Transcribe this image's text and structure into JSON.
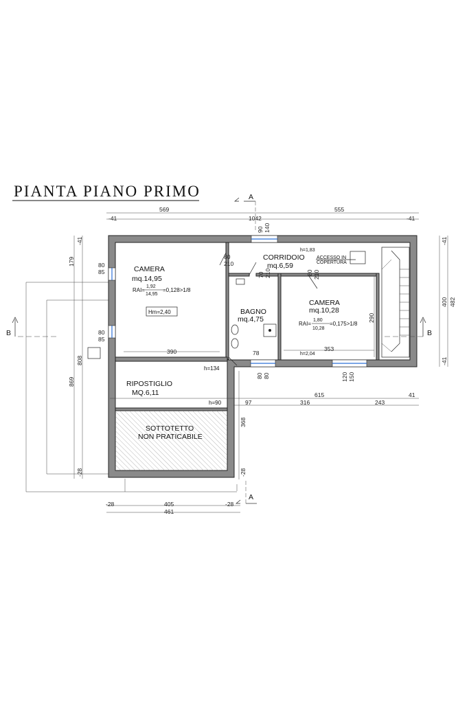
{
  "title": "PIANTA PIANO PRIMO",
  "rooms": {
    "camera1": {
      "name": "CAMERA",
      "area": "mq.14,95",
      "rai_prefix": "RAI=",
      "rai_num": "1,92",
      "rai_den": "14,95",
      "rai_result": "=0,128>1/8",
      "hm": "Hm=2,40"
    },
    "corridoio": {
      "name": "CORRIDOIO",
      "area": "mq.6,59",
      "h": "h=1,83",
      "accesso1": "ACCESSO IN",
      "accesso2": "COPERTURA"
    },
    "bagno": {
      "name": "BAGNO",
      "area": "mq.4,75"
    },
    "camera2": {
      "name": "CAMERA",
      "area": "mq.10,28",
      "rai_prefix": "RAI=",
      "rai_num": "1,80",
      "rai_den": "10,28",
      "rai_result": "=0,175>1/8",
      "h": "h=2,04"
    },
    "ripostiglio": {
      "name": "RIPOSTIGLIO",
      "area": "MQ.6,11",
      "h1": "h=134",
      "h2": "h=90"
    },
    "sottotetto": {
      "name1": "SOTTOTETTO",
      "name2": "NON PRATICABILE"
    }
  },
  "sections": {
    "a": "A",
    "b": "B"
  },
  "dims": {
    "top_569": "569",
    "top_555": "555",
    "top_41l": "-41",
    "top_1042": "1042",
    "top_41r": "-41",
    "win_top_90": "90",
    "win_top_140": "140",
    "door_80_210a_w": "80",
    "door_80_210a_h": "210",
    "door_70_210_w": "70",
    "door_70_210_h": "210",
    "door_80_210b_w": "80",
    "door_80_210b_h": "210",
    "win_l1_80": "80",
    "win_l1_85": "85",
    "win_l2_80": "80",
    "win_l2_85": "85",
    "d390": "390",
    "d353": "353",
    "d78": "78",
    "d290": "290",
    "win_b_80a": "80",
    "win_b_80b": "80",
    "win_b_120": "120",
    "win_b_150": "150",
    "d97": "97",
    "d316": "316",
    "d615": "615",
    "d243": "243",
    "d41b": "41",
    "d368": "368",
    "d28v": "-28",
    "left_41": "-41",
    "left_179": "179",
    "left_808": "808",
    "left_869": "869",
    "left_28": "-28",
    "right_41t": "-41",
    "right_400": "400",
    "right_482": "482",
    "right_41b": "-41",
    "bot_28l": "-28",
    "bot_405": "405",
    "bot_28r": "-28",
    "bot_461": "461"
  }
}
